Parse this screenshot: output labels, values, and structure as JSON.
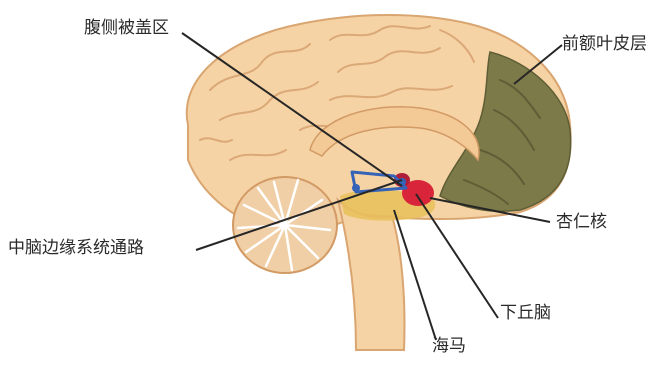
{
  "diagram": {
    "labels": {
      "vta": "腹侧被盖区",
      "mesolimbic": "中脑边缘系统通路",
      "pfc": "前额叶皮层",
      "amygdala": "杏仁核",
      "hypothalamus": "下丘脑",
      "hippocampus": "海马"
    }
  },
  "colors": {
    "brain": "#f6d3a4",
    "gyrus_line": "#dba877",
    "frontal_cortex": "#7c7a48",
    "pathway": "#3563b8",
    "amygdala": "#d8253a",
    "hippocampus": "#e8c05a",
    "leader_line": "#262626"
  }
}
